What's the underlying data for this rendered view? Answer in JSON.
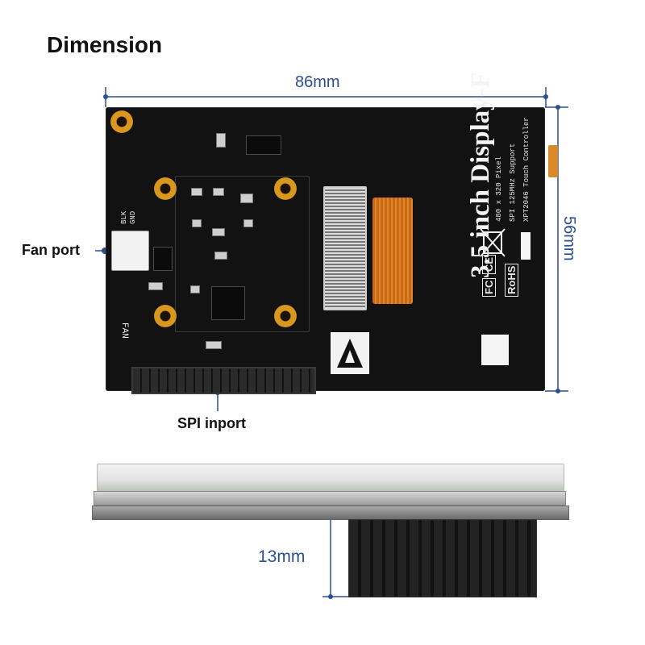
{
  "title": "Dimension",
  "dimensions": {
    "width_label": "86mm",
    "height_label": "56mm",
    "depth_label": "13mm"
  },
  "callouts": {
    "fan_port": "Fan port",
    "spi_port": "SPI inport"
  },
  "pcb_text": {
    "model": "3.5 inch Display-F",
    "spec_line_1": "480 x 320 Pixel",
    "spec_line_2": "SPI 125MHz Support",
    "spec_line_3": "XPT2046 Touch Controller",
    "fan_label": "FAN",
    "blk_label": "BLK",
    "gnd_label": "GND",
    "cert_ce": "CE",
    "cert_fc": "FC",
    "cert_rohs": "RoHS"
  },
  "colors": {
    "dimension_line": "#2a4f8f",
    "pcb": "#121212",
    "gold_pad": "#d9971e",
    "ribbon": "#d97b20"
  }
}
